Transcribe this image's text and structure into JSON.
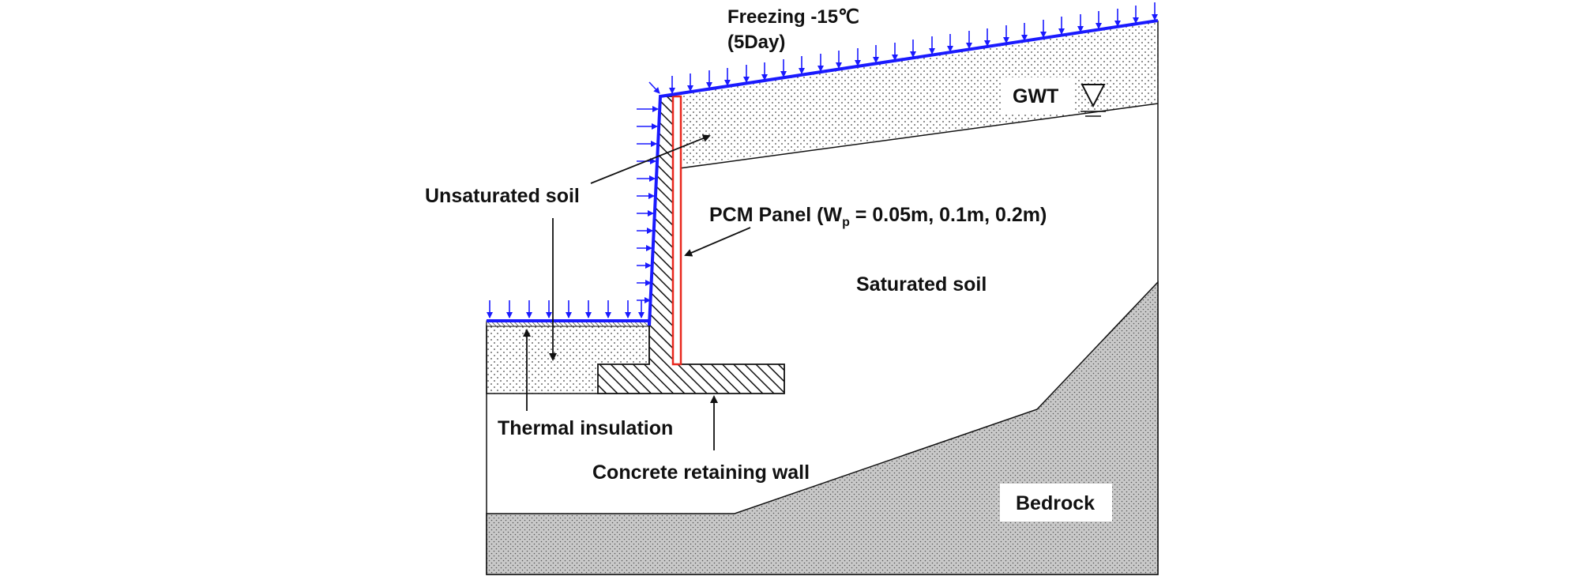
{
  "labels": {
    "freezing": "Freezing -15℃",
    "duration": "(5Day)",
    "gwt": "GWT",
    "unsaturated_soil": "Unsaturated soil",
    "pcm_prefix": "PCM Panel (W",
    "pcm_sub": "p",
    "pcm_suffix": " = 0.05m, 0.1m, 0.2m)",
    "saturated_soil": "Saturated soil",
    "thermal_insulation": "Thermal insulation",
    "concrete_wall": "Concrete retaining wall",
    "bedrock": "Bedrock"
  },
  "colors": {
    "freezing_boundary": "#1a1aff",
    "pcm_panel": "#e8281e",
    "outline": "#111111",
    "bedrock_fill": "#c9c9c9"
  }
}
